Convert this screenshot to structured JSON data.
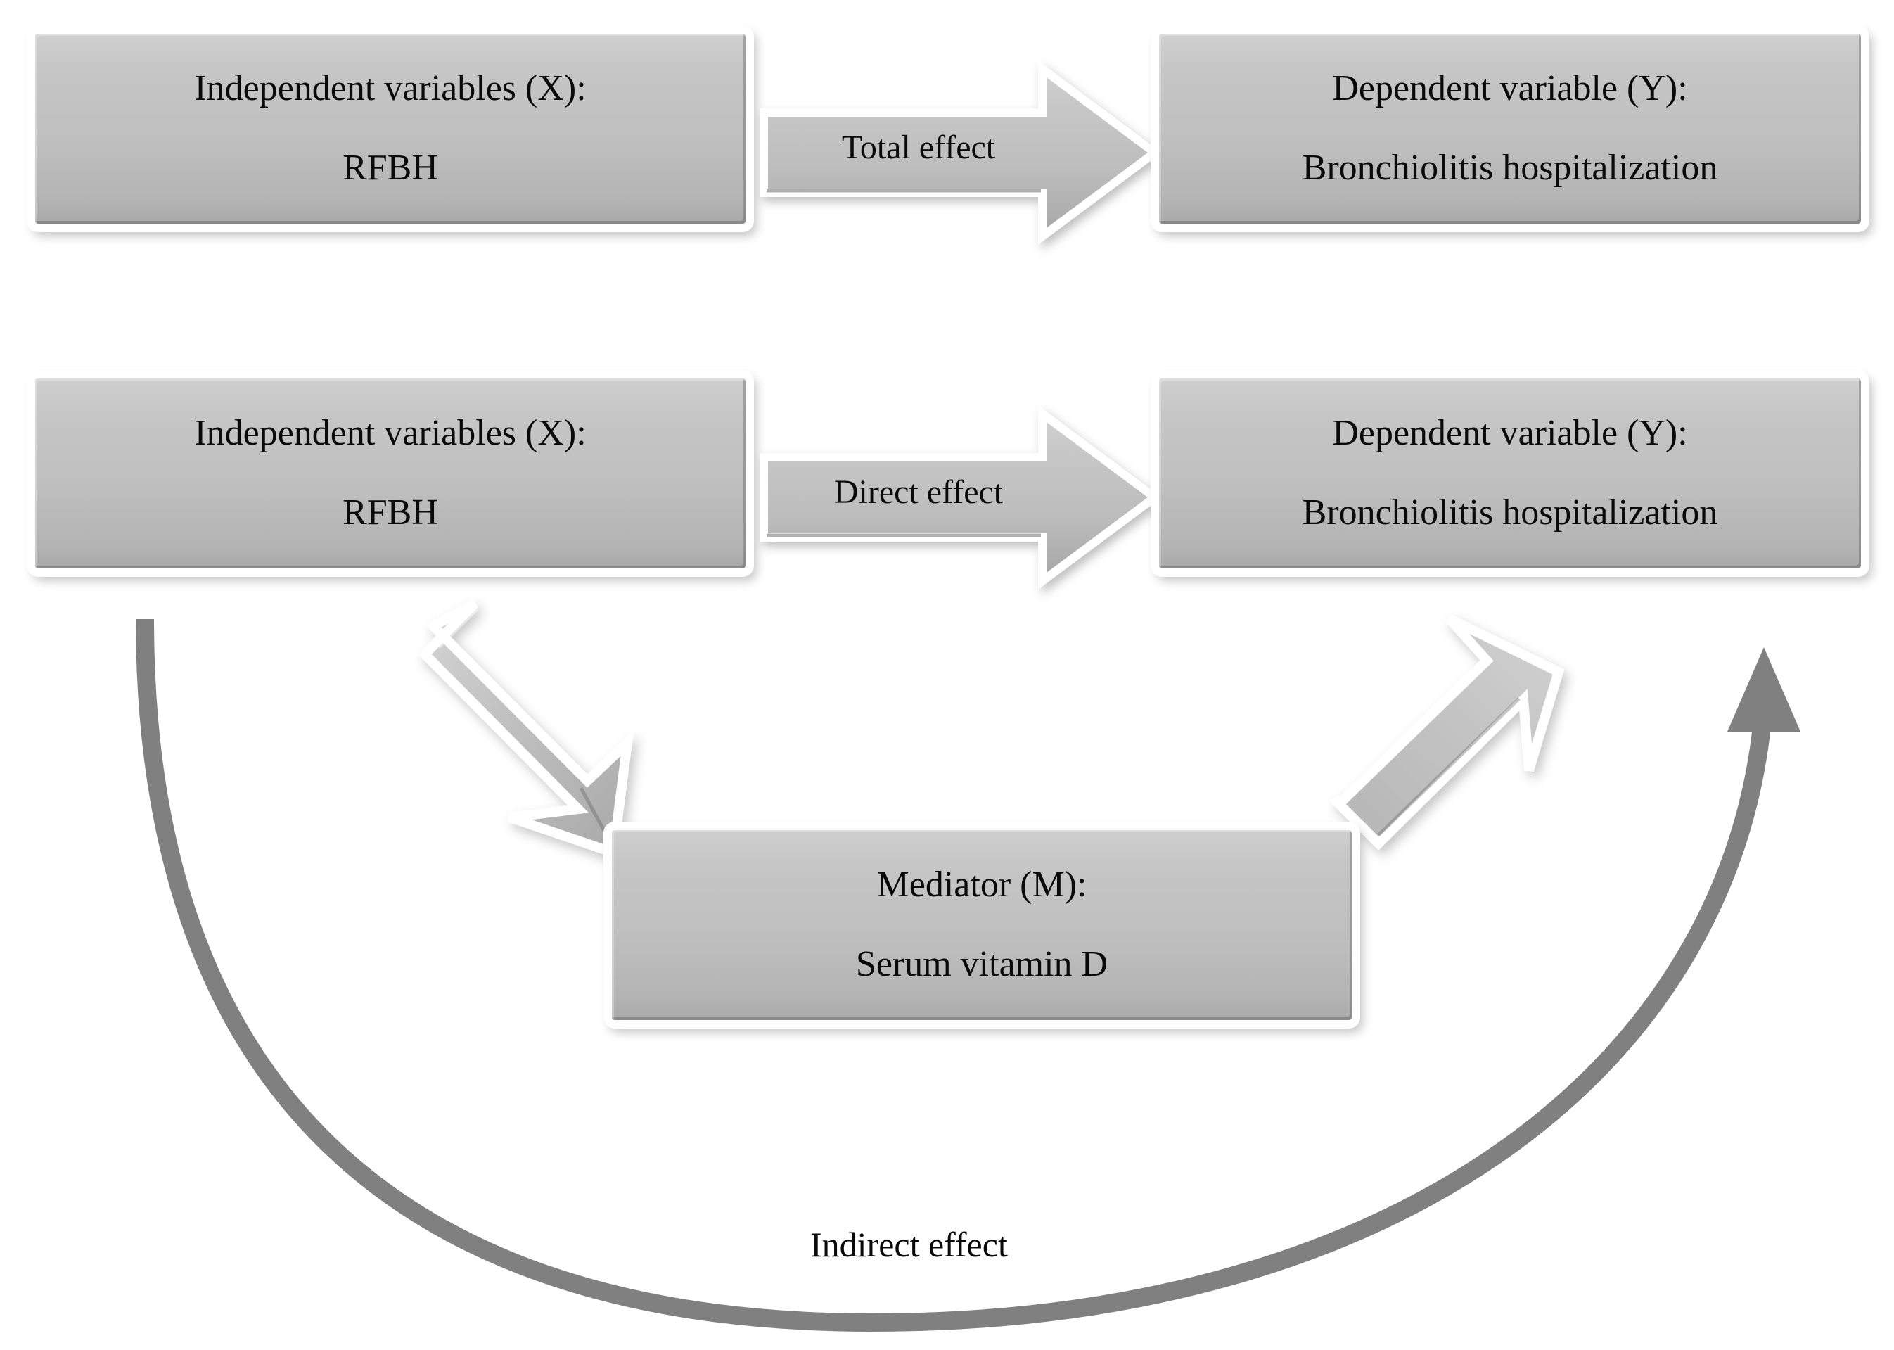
{
  "figure": {
    "type": "mediation-model-diagram",
    "background": "#ffffff",
    "node_fill": "#bfbfbf",
    "node_border": "#ffffff",
    "arrow_fill": "#bfbfbf",
    "curve_color": "#808080",
    "text_color": "#0a0a0a"
  },
  "model_row_total": {
    "independent": {
      "line1": "Independent variables (X):",
      "line2": "RFBH"
    },
    "effect_label": "Total effect",
    "dependent": {
      "line1": "Dependent variable (Y):",
      "line2": "Bronchiolitis hospitalization"
    }
  },
  "model_row_direct": {
    "independent": {
      "line1": "Independent variables (X):",
      "line2": "RFBH"
    },
    "effect_label": "Direct effect",
    "dependent": {
      "line1": "Dependent variable (Y):",
      "line2": "Bronchiolitis hospitalization"
    },
    "mediator": {
      "line1": "Mediator (M):",
      "line2": "Serum vitamin D"
    },
    "indirect_label": "Indirect effect"
  }
}
